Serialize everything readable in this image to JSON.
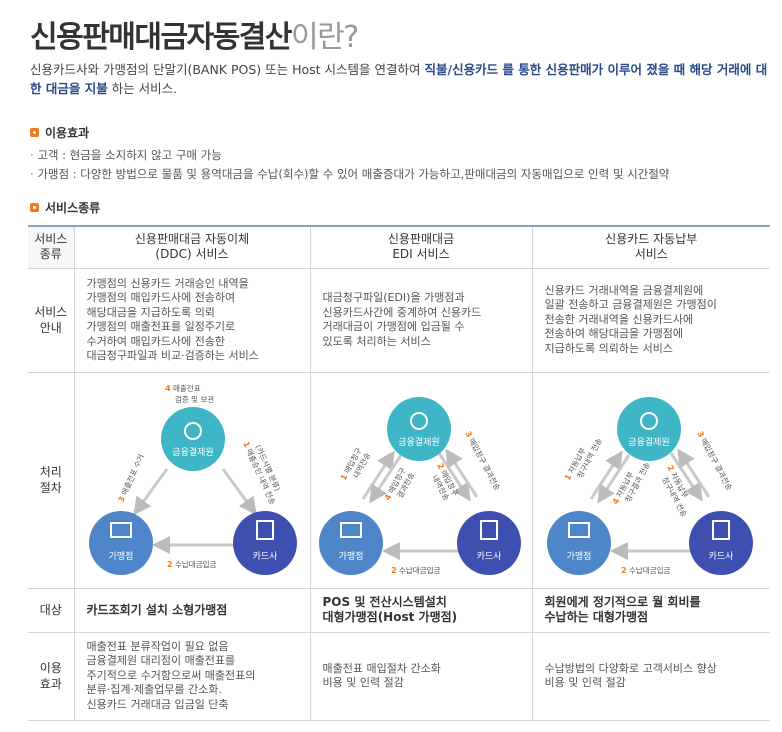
{
  "title": {
    "main": "신용판매대금자동결산",
    "suffix": "이란?"
  },
  "intro": {
    "part1": "신용카드사와 가맹점의 단말기(BANK POS) 또는 Host 시스템을 연결하여 ",
    "highlight1": "직불/신용카드 를 통한 신용판매가 이루어 졌을 때 해당 거래에 대한 대금을 지불",
    "part2": " 하는 서비스."
  },
  "effects": {
    "heading": "이용효과",
    "items": [
      "고객 : 현금을 소지하지 않고 구매 가능",
      "가맹점 : 다양한 방법으로 물품 및 용역대금을 수납(회수)할 수 있어 매출증대가 가능하고,판매대금의 자동매입으로 인력 및 시간절약"
    ]
  },
  "services": {
    "heading": "서비스종류",
    "corner": [
      "서비스",
      "종류"
    ],
    "columns": [
      {
        "line1": "신용판매대금 자동이체",
        "line2": "(DDC) 서비스"
      },
      {
        "line1": "신용판매대금",
        "line2": "EDI 서비스"
      },
      {
        "line1": "신용카드 자동납부",
        "line2": "서비스"
      }
    ],
    "rows": {
      "guide": {
        "label": [
          "서비스",
          "안내"
        ],
        "cells": [
          [
            "가맹점의 신용카드 거래승인 내역을",
            "가맹점의 매입카드사에 전송하여",
            "해당대금을 지급하도록 의뢰",
            "가맹점의 매출전표를 일정주기로",
            "수거하여 매입카드사에 전송한",
            "대금청구파일과 비교·검증하는 서비스"
          ],
          [
            "대금청구파일(EDI)을 가맹점과",
            "신용카드사간에 중계하여 신용카드",
            "거래대금이 가맹점에 입금될 수",
            "있도록 처리하는 서비스"
          ],
          [
            "신용카드 거래내역을 금융결제원에",
            "일괄 전송하고 금융결제원은 가맹점이",
            "전송한 거래내역을 신용카드사에",
            "전송하여 해당대금을 가맹점에",
            "지급하도록 의뢰하는 서비스"
          ]
        ]
      },
      "process": {
        "label": [
          "처리",
          "절차"
        ]
      },
      "target": {
        "label": [
          "대상"
        ],
        "cells": [
          [
            "카드조회기 설치 소형가맹점"
          ],
          [
            "POS 및 전산시스템설치",
            "대형가맹점(Host 가맹점)"
          ],
          [
            "회원에게 정기적으로 월 회비를",
            "수납하는 대형가맹점"
          ]
        ]
      },
      "benefit": {
        "label": [
          "이용",
          "효과"
        ],
        "cells": [
          [
            "매출전표 분류작업이 필요 없음",
            "금융결제원 대리점이 매출전표를",
            "주기적으로 수거함으로써 매출전표의",
            "분류·집계·제출업무를 간소화.",
            "신용카드 거래대금 입금일 단축"
          ],
          [
            "매출전표 매입절차 간소화",
            "비용 및 인력 절감"
          ],
          [
            "수납방법의 다양화로 고객서비스 향상",
            "비용 및 인력 절감"
          ]
        ]
      }
    },
    "diagram": {
      "nodes": {
        "center": "금융결제원",
        "merchant": "가맹점",
        "card": "카드사"
      },
      "ddc": {
        "n4": "4",
        "t4a": "매출전표",
        "t4b": "검증 및 보관",
        "n1": "1",
        "t1a": "매출승인 내역 전송",
        "t1b": "(카드사별 분류)",
        "n3": "3",
        "t3": "매출전표 수거",
        "n2": "2",
        "t2": "수납대금입금"
      },
      "edi": {
        "n1": "1",
        "t1a": "매입청구",
        "t1b": "내역전송",
        "n4": "4",
        "t4a": "매입청구",
        "t4b": "결과전송",
        "n2": "2",
        "t2a": "매입청구",
        "t2b": "내역전송",
        "n3": "3",
        "t3": "매입청구 결과전송",
        "n5": "2",
        "t5": "수납대금입금"
      },
      "auto": {
        "n1": "1",
        "t1a": "자동납부",
        "t1b": "청구내역 전송",
        "n4": "4",
        "t4a": "자동납부",
        "t4b": "청구결과 전송",
        "n2": "2",
        "t2a": "자동납부",
        "t2b": "청구내역 전송",
        "n3": "3",
        "t3": "매입청구 결과전송",
        "n5": "2",
        "t5": "수납대금입금"
      }
    }
  },
  "colors": {
    "accent": "#f07a1e",
    "highlight": "#2a4a8a",
    "circleTeal": "#3fb6c6",
    "circleBlue": "#4f86c9",
    "circleNavy": "#3f4fb0"
  }
}
